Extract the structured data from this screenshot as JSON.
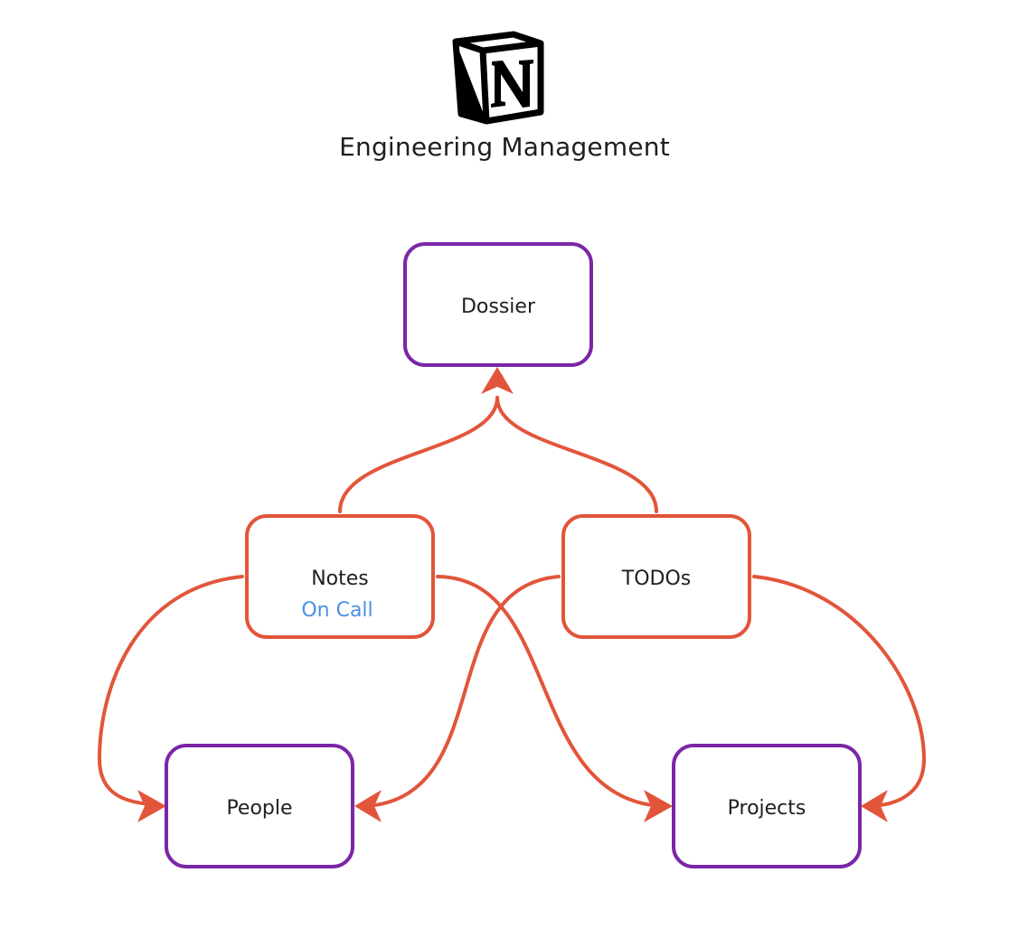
{
  "header": {
    "logo_icon": "notion-logo-icon",
    "title": "Engineering Management"
  },
  "diagram": {
    "colors": {
      "db_border": "#7b26a6",
      "page_border": "#e2553a",
      "arrow": "#e2553a",
      "link_text": "#4a90e2"
    },
    "nodes": {
      "dossier": {
        "label": "Dossier",
        "kind": "database"
      },
      "notes": {
        "label": "Notes",
        "sublabel": "On Call",
        "kind": "page"
      },
      "todos": {
        "label": "TODOs",
        "kind": "page"
      },
      "people": {
        "label": "People",
        "kind": "database"
      },
      "projects": {
        "label": "Projects",
        "kind": "database"
      }
    },
    "edges": [
      {
        "from": "notes",
        "to": "dossier"
      },
      {
        "from": "todos",
        "to": "dossier"
      },
      {
        "from": "notes",
        "to": "people"
      },
      {
        "from": "notes",
        "to": "projects"
      },
      {
        "from": "todos",
        "to": "people"
      },
      {
        "from": "todos",
        "to": "projects"
      }
    ]
  }
}
